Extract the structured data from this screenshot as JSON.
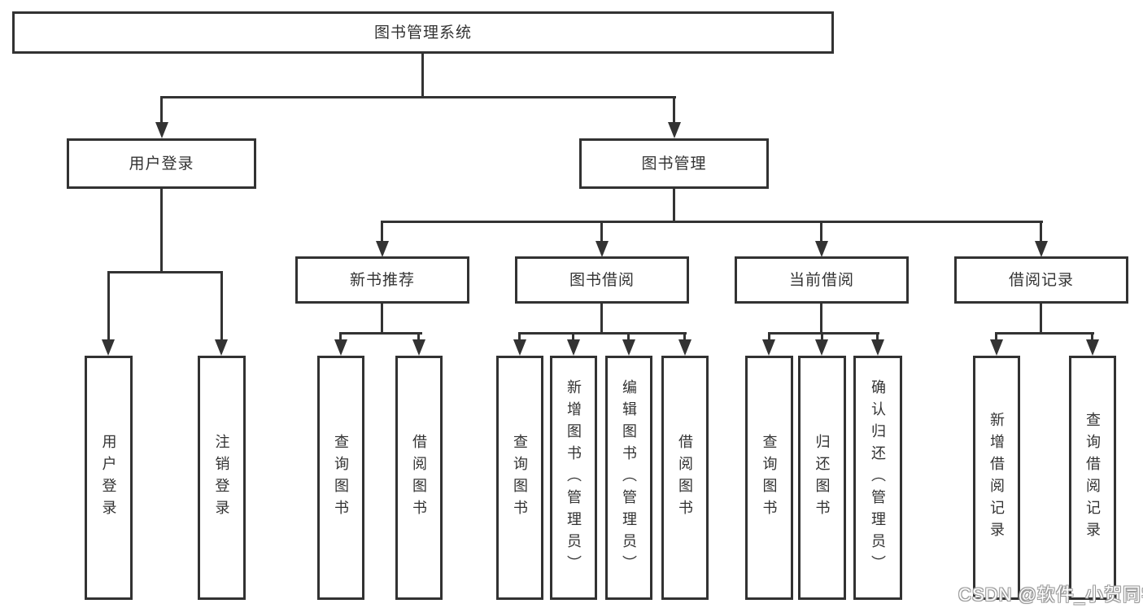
{
  "tree": {
    "root": "图书管理系统",
    "level2": [
      {
        "label": "用户登录",
        "children": [
          {
            "label": "用户登录"
          },
          {
            "label": "注销登录"
          }
        ]
      },
      {
        "label": "图书管理",
        "children": [
          {
            "label": "新书推荐",
            "children": [
              {
                "label": "查询图书"
              },
              {
                "label": "借阅图书"
              }
            ]
          },
          {
            "label": "图书借阅",
            "children": [
              {
                "label": "查询图书"
              },
              {
                "label": "新增图书（管理员）"
              },
              {
                "label": "编辑图书（管理员）"
              },
              {
                "label": "借阅图书"
              }
            ]
          },
          {
            "label": "当前借阅",
            "children": [
              {
                "label": "查询图书"
              },
              {
                "label": "归还图书"
              },
              {
                "label": "确认归还（管理员）"
              }
            ]
          },
          {
            "label": "借阅记录",
            "children": [
              {
                "label": "新增借阅记录"
              },
              {
                "label": "查询借阅记录"
              }
            ]
          }
        ]
      }
    ]
  },
  "watermark": "CSDN @软件_小贺同学",
  "colors": {
    "line": "#333333",
    "node_bg": "#ffffff",
    "node_border": "#323232",
    "text": "#333333",
    "watermark_fill": "#ffffff",
    "watermark_outline": "#9a9a9a"
  }
}
